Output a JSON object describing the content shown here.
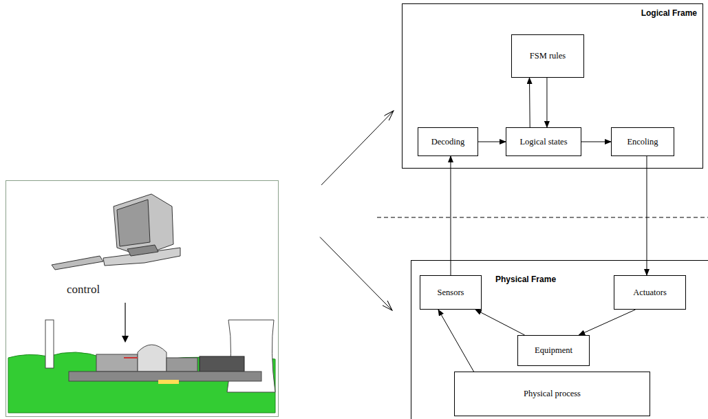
{
  "diagram": {
    "nodes": [
      {
        "text": [
          "control"
        ]
      },
      {
        "text": [
          "Logical Frame"
        ]
      },
      {
        "text": [
          "FSM rules"
        ],
        "in": 1
      },
      {
        "text": [
          "Decoding"
        ],
        "in": 1
      },
      {
        "text": [
          "Logical states"
        ],
        "in": 1
      },
      {
        "text": [
          "Encoling"
        ],
        "in": 1
      },
      {
        "text": [
          "Physical Frame"
        ]
      },
      {
        "text": [
          "Sensors"
        ],
        "in": 6
      },
      {
        "text": [
          "Actuators"
        ],
        "in": 6
      },
      {
        "text": [
          "Equipment"
        ],
        "in": 6
      },
      {
        "text": [
          "Physical process"
        ],
        "in": 6
      }
    ],
    "edges": [
      {
        "from": 0,
        "to": 1,
        "arrow": "to"
      },
      {
        "from": 0,
        "to": 6,
        "arrow": "to"
      },
      {
        "from": 3,
        "to": 4,
        "arrow": "to"
      },
      {
        "from": 4,
        "to": 2,
        "arrow": "to"
      },
      {
        "from": 2,
        "to": 4,
        "arrow": "to"
      },
      {
        "from": 4,
        "to": 5,
        "arrow": "to"
      },
      {
        "from": 7,
        "to": 3,
        "arrow": "to"
      },
      {
        "from": 5,
        "to": 8,
        "arrow": "to"
      },
      {
        "from": 8,
        "to": 9,
        "arrow": "to"
      },
      {
        "from": 9,
        "to": 7,
        "arrow": "to"
      },
      {
        "from": 10,
        "to": 7,
        "arrow": "to"
      }
    ]
  }
}
